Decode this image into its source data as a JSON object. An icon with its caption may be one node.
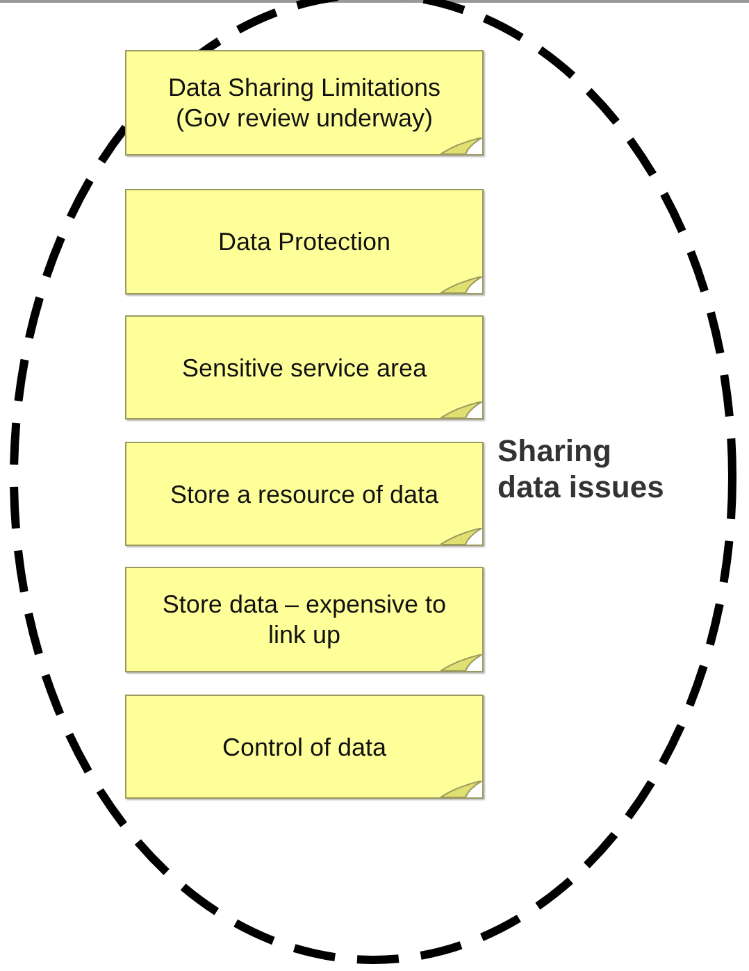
{
  "diagram": {
    "nodes": [
      {
        "text": [
          "Sharing data issues"
        ]
      },
      {
        "text": [
          "Data Sharing Limitations (Gov review underway)"
        ],
        "in": 0
      },
      {
        "text": [
          "Data Protection"
        ],
        "in": 0
      },
      {
        "text": [
          "Sensitive service area"
        ],
        "in": 0
      },
      {
        "text": [
          "Store a resource of data"
        ],
        "in": 0
      },
      {
        "text": [
          "Store data – expensive to link up"
        ],
        "in": 0
      },
      {
        "text": [
          "Control of data"
        ],
        "in": 0
      }
    ],
    "edges": []
  }
}
